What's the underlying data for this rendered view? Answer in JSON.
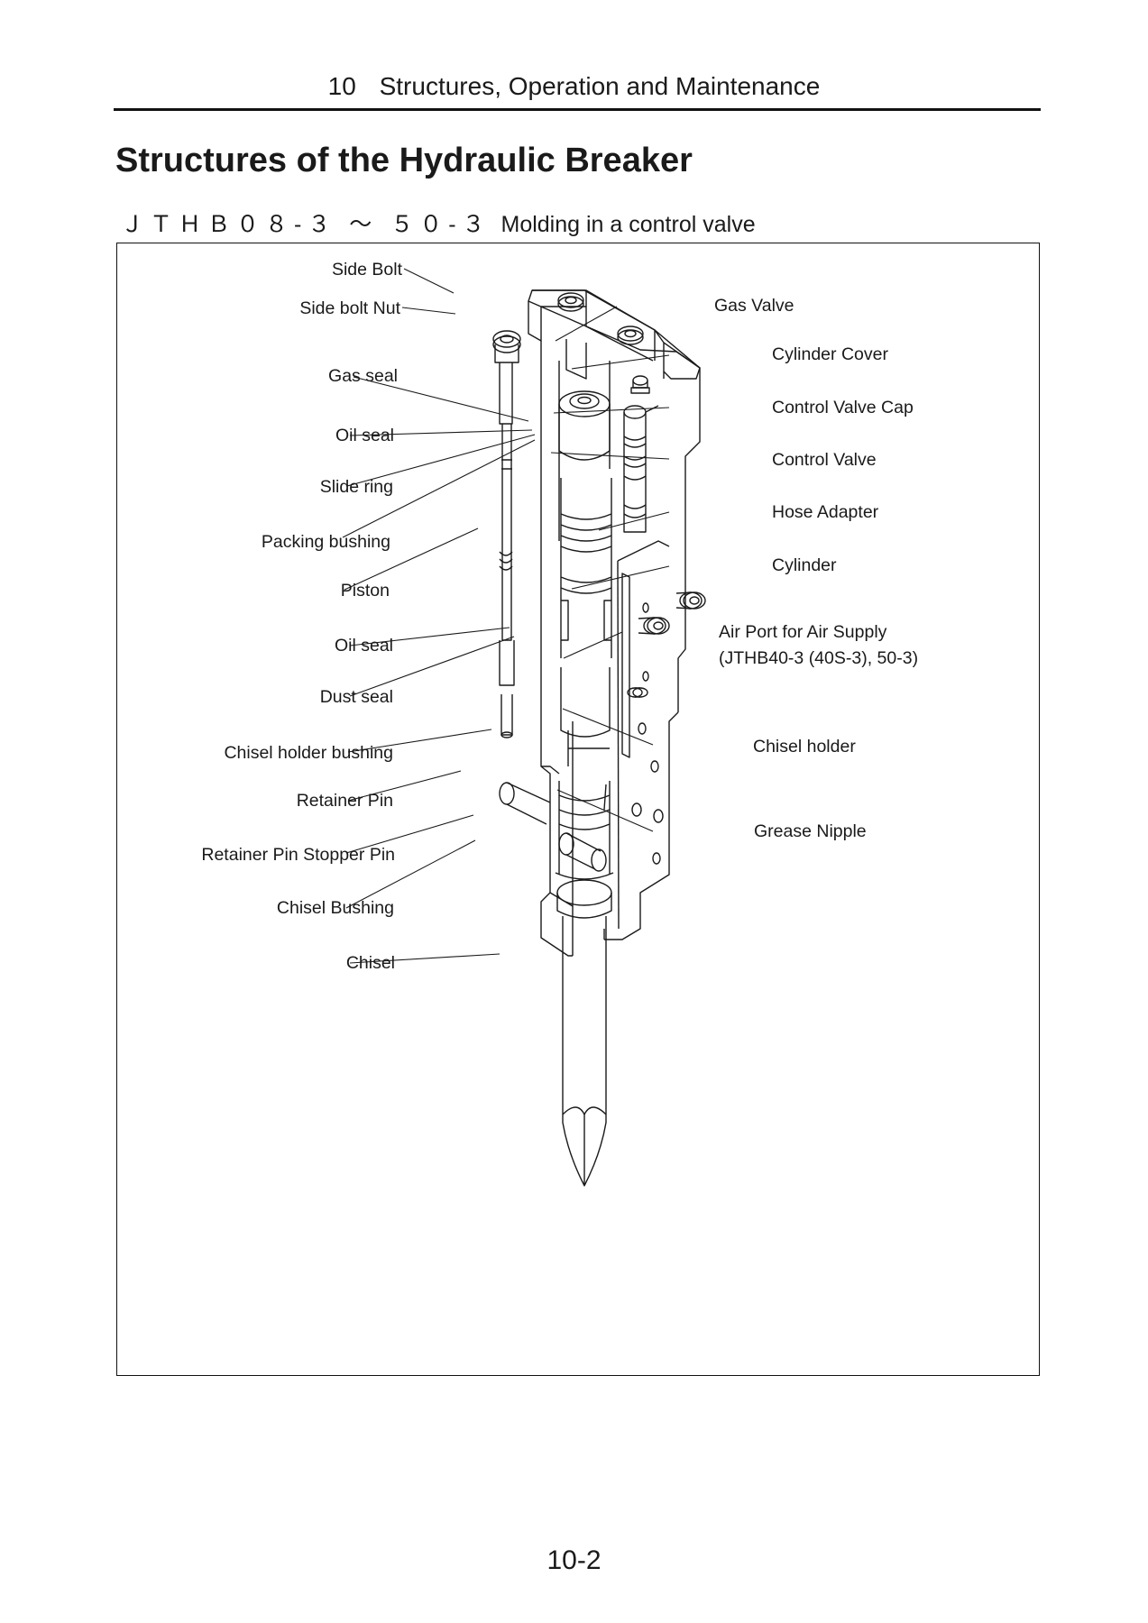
{
  "header": {
    "chapter_number": "10",
    "chapter_title": "Structures, Operation and Maintenance"
  },
  "page_title": "Structures of the Hydraulic Breaker",
  "subtitle": {
    "models": "ＪＴＨＢ０８-３ ～ ５０-３",
    "text": "Molding in a control valve"
  },
  "diagram": {
    "labels": {
      "side_bolt": "Side Bolt",
      "side_bolt_nut": "Side bolt Nut",
      "gas_seal": "Gas seal",
      "oil_seal_upper": "Oil seal",
      "slide_ring": "Slide ring",
      "packing_bushing": "Packing bushing",
      "piston": "Piston",
      "oil_seal_lower": "Oil seal",
      "dust_seal": "Dust seal",
      "chisel_holder_bushing": "Chisel holder bushing",
      "retainer_pin": "Retainer Pin",
      "retainer_pin_stopper_pin": "Retainer Pin Stopper Pin",
      "chisel_bushing": "Chisel Bushing",
      "chisel": "Chisel",
      "gas_valve": "Gas Valve",
      "cylinder_cover": "Cylinder Cover",
      "control_valve_cap": "Control Valve Cap",
      "control_valve": "Control Valve",
      "hose_adapter": "Hose Adapter",
      "cylinder": "Cylinder",
      "air_port_line1": "Air Port for Air Supply",
      "air_port_line2": "(JTHB40-3 (40S-3), 50-3)",
      "chisel_holder": "Chisel holder",
      "grease_nipple": "Grease Nipple"
    }
  },
  "page_number": "10-2"
}
